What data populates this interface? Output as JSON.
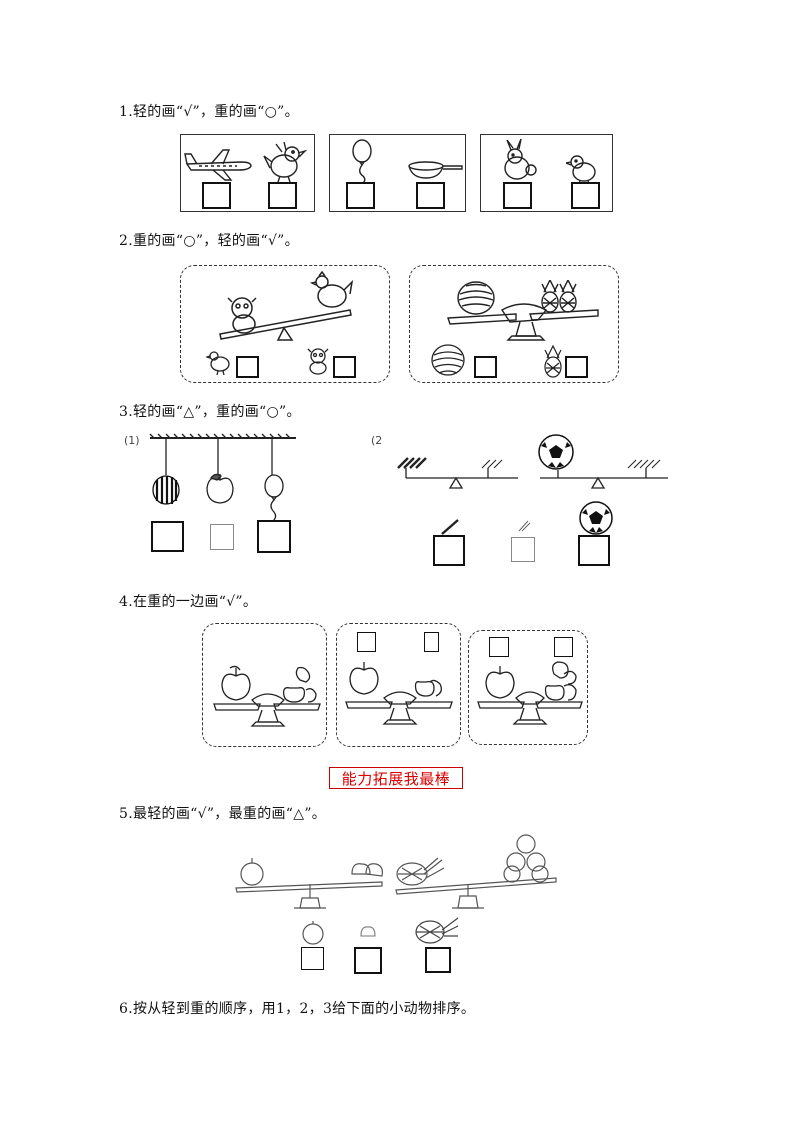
{
  "questions": {
    "q1": "1.轻的画“√”，重的画“○”。",
    "q2": "2.重的画“○”，轻的画“√”。",
    "q3": "3.轻的画“△”，重的画“○”。",
    "q3_part1": "(1)",
    "q3_part2": "(2",
    "q4": "4.在重的一边画“√”。",
    "q5": "5.最轻的画“√”，最重的画“△”。",
    "q6": "6.按从轻到重的顺序，用1，2，3给下面的小动物排序。"
  },
  "banner": "能力拓展我最棒",
  "colors": {
    "banner_red": "#d00000",
    "ink": "#111111"
  },
  "icons": [
    "airplane-icon",
    "bird-icon",
    "balloon-icon",
    "wok-icon",
    "rabbit-icon",
    "chick-icon",
    "monkey-icon",
    "hen-icon",
    "watermelon-icon",
    "pineapple-icon",
    "apple-icon",
    "peach-icon",
    "soccer-ball-icon",
    "feather-icon",
    "balance-scale-icon",
    "seesaw-icon"
  ]
}
